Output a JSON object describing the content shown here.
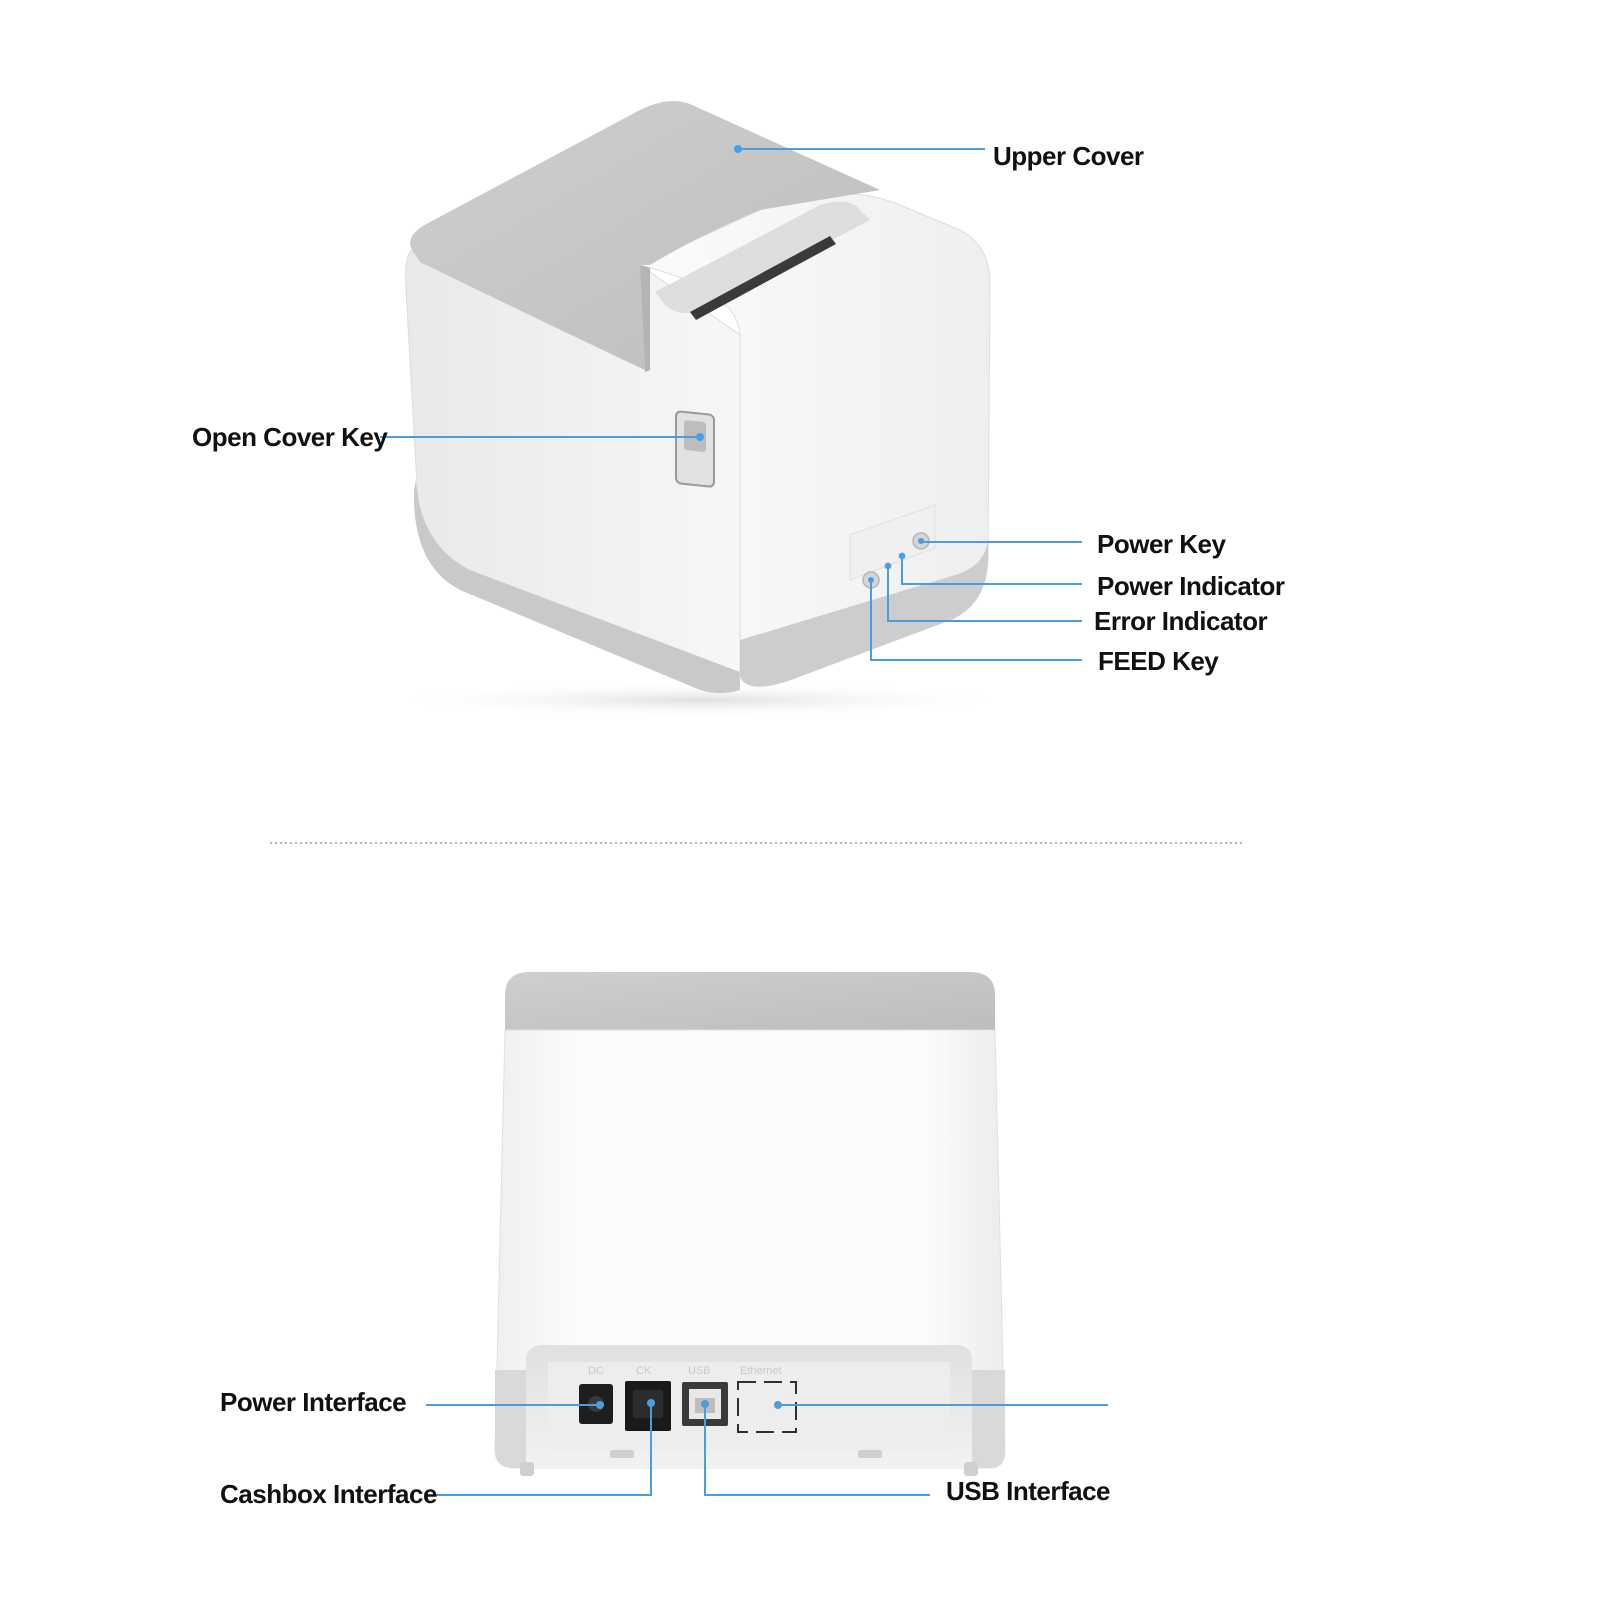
{
  "front_view": {
    "callouts": {
      "upper_cover": "Upper Cover",
      "open_cover_key": "Open Cover Key",
      "power_key": "Power Key",
      "power_indicator": "Power Indicator",
      "error_indicator": "Error Indicator",
      "feed_key": "FEED Key"
    }
  },
  "rear_view": {
    "callouts": {
      "power_interface": "Power Interface",
      "cashbox_interface": "Cashbox Interface",
      "usb_interface": "USB Interface"
    },
    "port_labels": {
      "dc": "DC",
      "cash_drawer": "CK",
      "usb": "USB",
      "ethernet": "Ethernet"
    }
  },
  "colors": {
    "leader_line": "#4a9ee0",
    "body_white": "#f4f4f4",
    "cover_grey": "#c9c9c9",
    "text": "#111111"
  }
}
